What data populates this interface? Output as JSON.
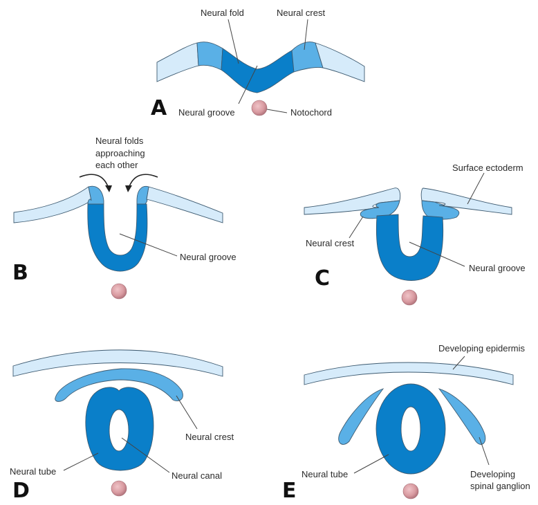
{
  "title": "Formation of the neural tube (neurulation)",
  "colors": {
    "surface_ectoderm": "#d6ebfa",
    "neural_crest": "#5ab0e6",
    "neural_plate": "#0a7fc9",
    "notochord": "#d89aa0",
    "outline": "#3d5a70"
  },
  "panels": {
    "A": {
      "letter": "A",
      "labels": {
        "neural_fold": "Neural fold",
        "neural_crest": "Neural crest",
        "neural_groove": "Neural groove",
        "notochord": "Notochord"
      }
    },
    "B": {
      "letter": "B",
      "labels": {
        "folds_line1": "Neural folds",
        "folds_line2": "approaching",
        "folds_line3": "each other",
        "neural_groove": "Neural groove"
      }
    },
    "C": {
      "letter": "C",
      "labels": {
        "surface_ectoderm": "Surface ectoderm",
        "neural_crest": "Neural crest",
        "neural_groove": "Neural groove"
      }
    },
    "D": {
      "letter": "D",
      "labels": {
        "neural_crest": "Neural crest",
        "neural_tube": "Neural tube",
        "neural_canal": "Neural canal"
      }
    },
    "E": {
      "letter": "E",
      "labels": {
        "developing_epidermis": "Developing epidermis",
        "neural_tube": "Neural tube",
        "ganglion_line1": "Developing",
        "ganglion_line2": "spinal ganglion"
      }
    }
  }
}
